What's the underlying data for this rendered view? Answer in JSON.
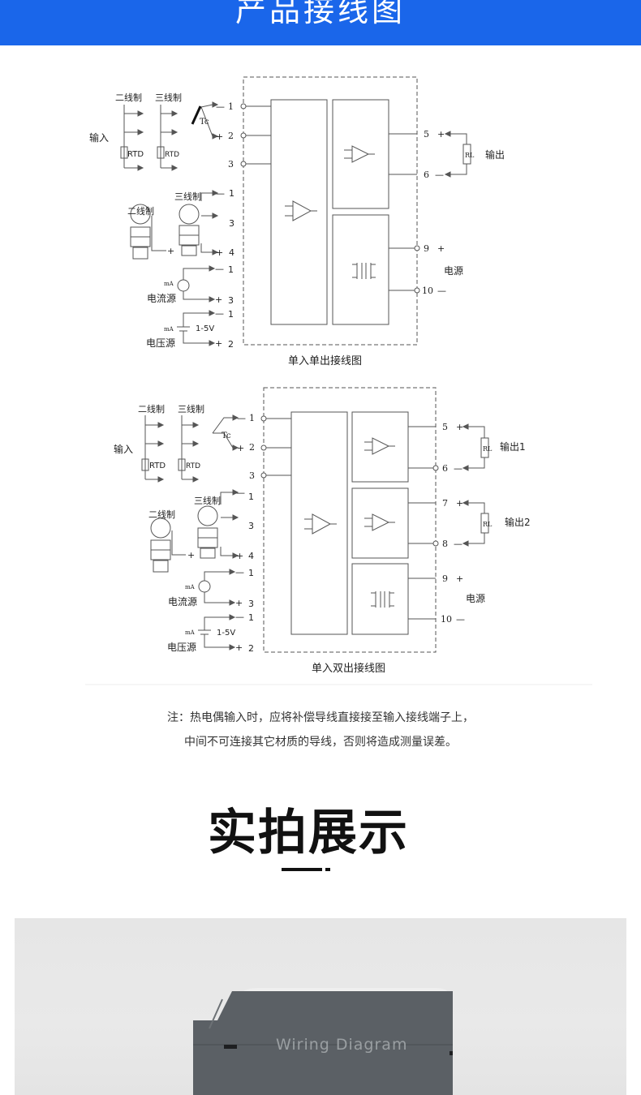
{
  "header": {
    "title": "产品接线图"
  },
  "diagram1": {
    "caption": "单入单出接线图",
    "input_label": "输入",
    "two_wire": "二线制",
    "three_wire": "三线制",
    "rtd": "RTD",
    "tc": "Tc",
    "output_label": "输出",
    "rl": "RL",
    "power_label": "电源",
    "current_source": "电流源",
    "voltage_source": "电压源",
    "ma": "mA",
    "voltage_range": "1-5V",
    "terminals_in": [
      "1",
      "2",
      "3"
    ],
    "terminals_tx": [
      "1",
      "3",
      "4"
    ],
    "terminals_cur": [
      "1",
      "3"
    ],
    "terminals_volt": [
      "1",
      "2"
    ],
    "terminals_out": [
      "5",
      "6"
    ],
    "terminals_pwr": [
      "9",
      "10"
    ],
    "plus": "+",
    "minus": "—"
  },
  "diagram2": {
    "caption": "单入双出接线图",
    "input_label": "输入",
    "two_wire": "二线制",
    "three_wire": "三线制",
    "rtd": "RTD",
    "tc": "Tc",
    "output1_label": "输出1",
    "output2_label": "输出2",
    "rl": "RL",
    "power_label": "电源",
    "current_source": "电流源",
    "voltage_source": "电压源",
    "ma": "mA",
    "voltage_range": "1-5V",
    "terminals_in": [
      "1",
      "2",
      "3"
    ],
    "terminals_tx": [
      "1",
      "3",
      "4"
    ],
    "terminals_cur": [
      "1",
      "3"
    ],
    "terminals_volt": [
      "1",
      "2"
    ],
    "terminals_out1": [
      "5",
      "6"
    ],
    "terminals_out2": [
      "7",
      "8"
    ],
    "terminals_pwr": [
      "9",
      "10"
    ],
    "plus": "+",
    "minus": "—"
  },
  "note": {
    "line1": "注：热电偶输入时，应将补偿导线直接接至输入接线端子上，",
    "line2": "中间不可连接其它材质的导线，否则将造成测量误差。"
  },
  "photo_section": {
    "title": "实拍展示"
  },
  "photo": {
    "module_label": "Wiring Diagram"
  }
}
